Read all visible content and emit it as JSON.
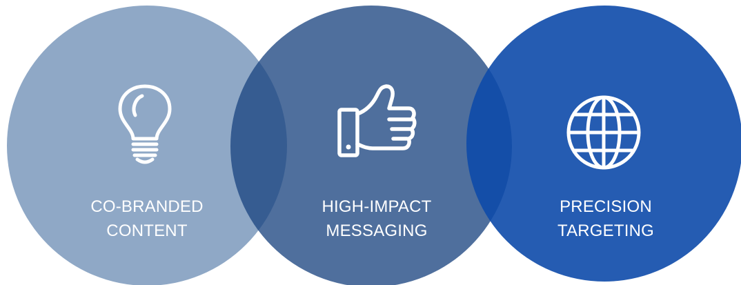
{
  "circles": [
    {
      "icon": "lightbulb-icon",
      "lines": [
        "CO-BRANDED",
        "CONTENT"
      ],
      "color": "#8fa8c6"
    },
    {
      "icon": "thumbs-up-icon",
      "lines": [
        "HIGH-IMPACT",
        "MESSAGING"
      ],
      "color": "#3f6391"
    },
    {
      "icon": "globe-icon",
      "lines": [
        "PRECISION",
        "TARGETING"
      ],
      "color": "#2a5fb3"
    }
  ]
}
